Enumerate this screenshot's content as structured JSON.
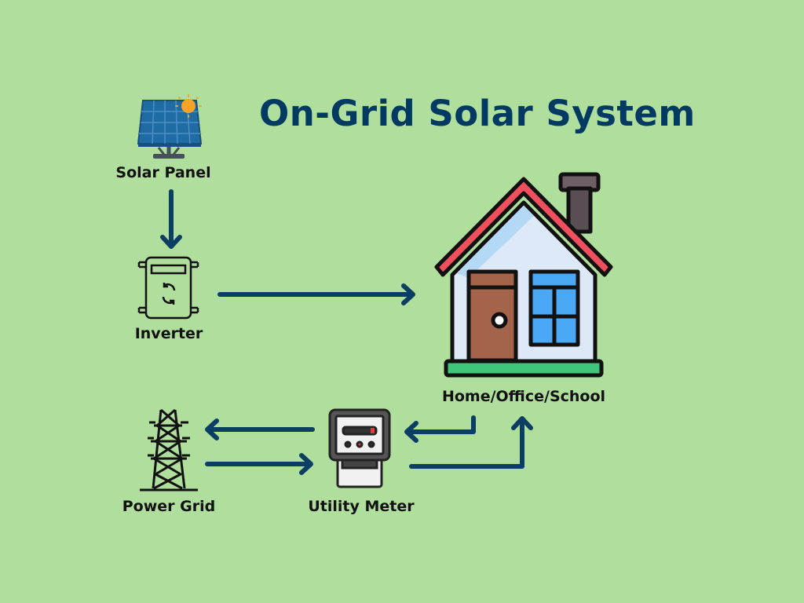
{
  "title": "On-Grid Solar System",
  "nodes": {
    "solar_panel": {
      "label": "Solar Panel",
      "icon": "solar-panel-icon"
    },
    "inverter": {
      "label": "Inverter",
      "icon": "inverter-icon"
    },
    "home": {
      "label": "Home/Office/School",
      "icon": "house-icon"
    },
    "power_grid": {
      "label": "Power Grid",
      "icon": "transmission-tower-icon"
    },
    "utility_meter": {
      "label": "Utility Meter",
      "icon": "electric-meter-icon"
    }
  },
  "edges": [
    {
      "from": "Solar Panel",
      "to": "Inverter"
    },
    {
      "from": "Inverter",
      "to": "Home/Office/School"
    },
    {
      "from": "Home/Office/School",
      "to": "Utility Meter"
    },
    {
      "from": "Utility Meter",
      "to": "Home/Office/School"
    },
    {
      "from": "Utility Meter",
      "to": "Power Grid"
    },
    {
      "from": "Power Grid",
      "to": "Utility Meter"
    }
  ],
  "colors": {
    "background": "#b0de9c",
    "title": "#003a63",
    "arrow": "#0b3e63",
    "roof": "#f0505e",
    "door": "#a5644a",
    "window": "#4aa8f5",
    "ground": "#3ec77a"
  }
}
